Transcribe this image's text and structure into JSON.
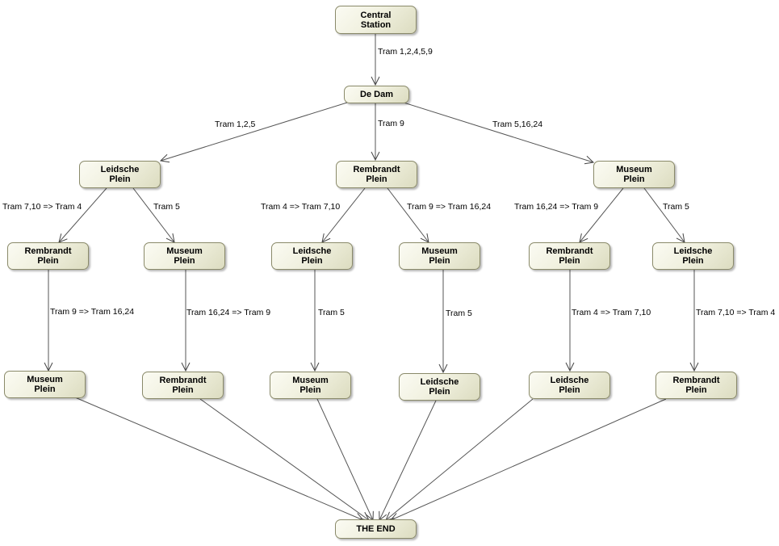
{
  "nodes": {
    "central": "Central\nStation",
    "dedam": "De Dam",
    "l2_leidsche": "Leidsche\nPlein",
    "l2_rembrandt": "Rembrandt\nPlein",
    "l2_museum": "Museum\nPlein",
    "l3_rembrandt_a": "Rembrandt\nPlein",
    "l3_museum_a": "Museum\nPlein",
    "l3_leidsche_b": "Leidsche\nPlein",
    "l3_museum_b": "Museum\nPlein",
    "l3_rembrandt_c": "Rembrandt\nPlein",
    "l3_leidsche_c": "Leidsche\nPlein",
    "l4_museum_a": "Museum\nPlein",
    "l4_rembrandt_a": "Rembrandt\nPlein",
    "l4_museum_b": "Museum\nPlein",
    "l4_leidsche_b": "Leidsche\nPlein",
    "l4_leidsche_c": "Leidsche\nPlein",
    "l4_rembrandt_c": "Rembrandt\nPlein",
    "end": "THE END"
  },
  "edges": {
    "central_dedam": "Tram 1,2,4,5,9",
    "dedam_leidsche": "Tram 1,2,5",
    "dedam_rembrandt": "Tram 9",
    "dedam_museum": "Tram 5,16,24",
    "leidsche_rembrandt": "Tram 7,10 => Tram 4",
    "leidsche_museum": "Tram 5",
    "rembrandt_leidsche": "Tram 4 => Tram 7,10",
    "rembrandt_museum": "Tram 9 => Tram 16,24",
    "museum_rembrandt": "Tram 16,24 => Tram 9",
    "museum_leidsche": "Tram 5",
    "l3a_l4a": "Tram 9 => Tram 16,24",
    "l3b_l4b": "Tram 16,24 => Tram 9",
    "l3c_l4c": "Tram 5",
    "l3d_l4d": "Tram 5",
    "l3e_l4e": "Tram 4 => Tram 7,10",
    "l3f_l4f": "Tram 7,10 => Tram 4"
  }
}
